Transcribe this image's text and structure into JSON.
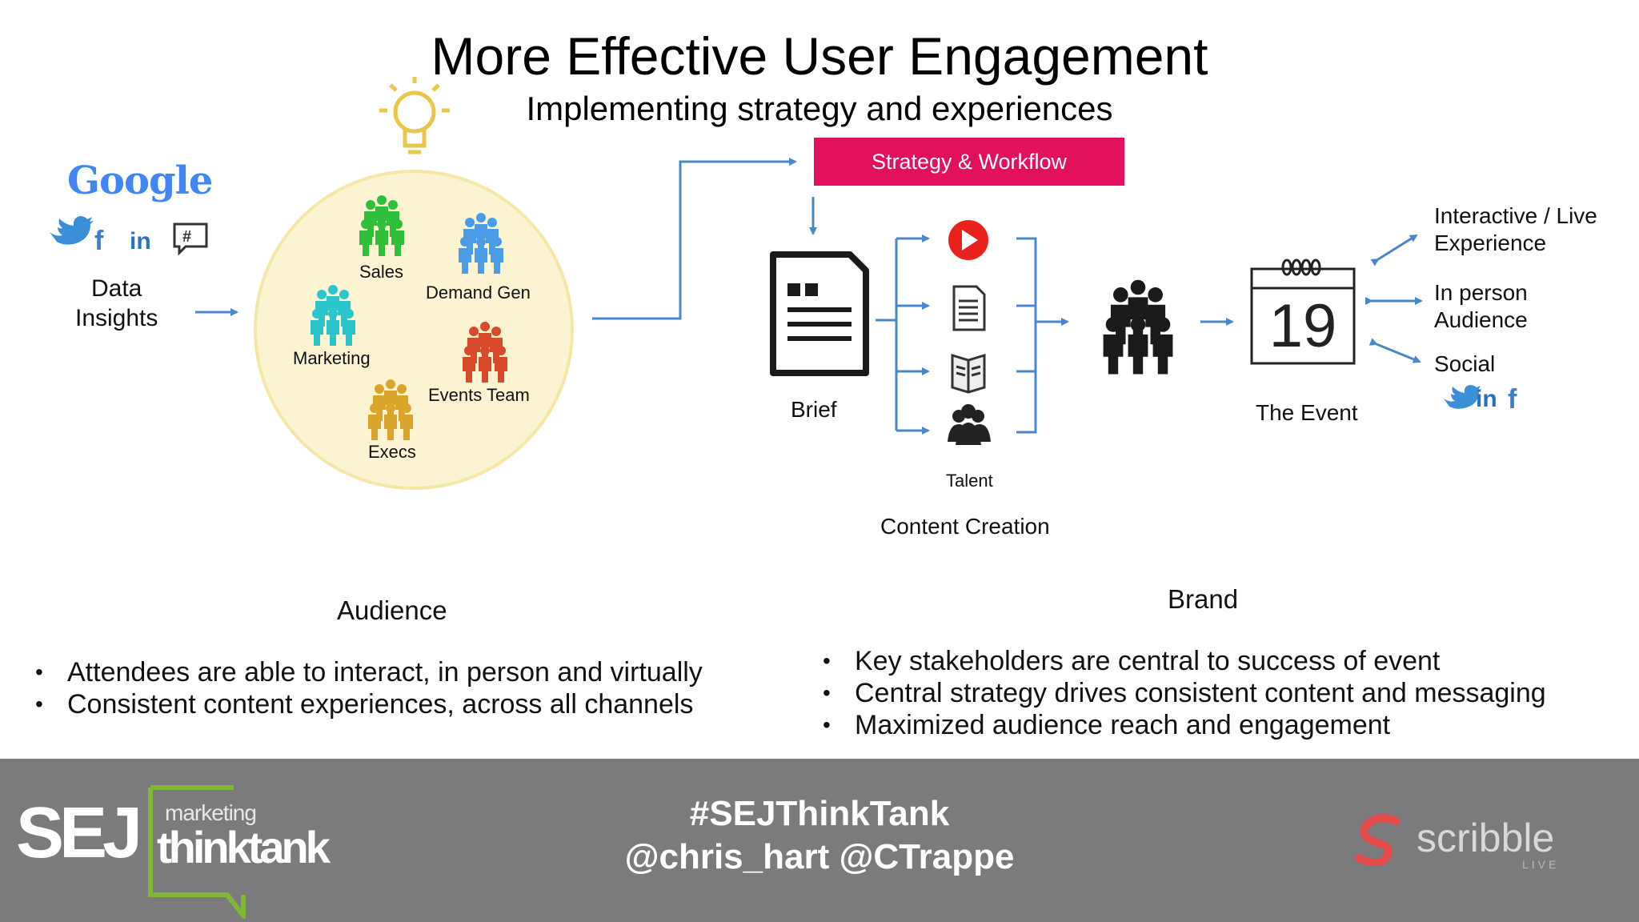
{
  "slide": {
    "title": "More Effective User Engagement",
    "subtitle": "Implementing strategy and experiences"
  },
  "data_insights": {
    "google_logo": "Google",
    "social_icons": [
      "twitter-icon",
      "facebook-icon",
      "linkedin-icon",
      "hashtag-chat-icon"
    ],
    "label_line1": "Data",
    "label_line2": "Insights"
  },
  "audience_circle": {
    "groups": [
      {
        "name": "Sales",
        "color": "#2fbf3a"
      },
      {
        "name": "Demand Gen",
        "color": "#4a9be8"
      },
      {
        "name": "Marketing",
        "color": "#2cc5cc"
      },
      {
        "name": "Events Team",
        "color": "#d94a2b"
      },
      {
        "name": "Execs",
        "color": "#d9a52a"
      }
    ],
    "circle_fill": "#fbf3d2",
    "circle_stroke": "#f4e6a6"
  },
  "strategy_workflow": {
    "label": "Strategy & Workflow",
    "color": "#e3105e"
  },
  "brief": {
    "label": "Brief"
  },
  "content_creation": {
    "items": [
      "play-icon",
      "document-icon",
      "book-icon",
      "people-icon"
    ],
    "talent_label": "Talent",
    "label": "Content Creation"
  },
  "event": {
    "calendar_day": "19",
    "label": "The Event"
  },
  "outcomes": {
    "interactive_line1": "Interactive / Live",
    "interactive_line2": "Experience",
    "in_person_line1": "In person",
    "in_person_line2": "Audience",
    "social": "Social",
    "social_icons": [
      "twitter-icon",
      "linkedin-icon",
      "facebook-icon"
    ]
  },
  "sections": {
    "audience": {
      "heading": "Audience",
      "bullets": [
        "Attendees are able to interact, in person and virtually",
        "Consistent content experiences, across all channels"
      ]
    },
    "brand": {
      "heading": "Brand",
      "bullets": [
        "Key stakeholders are central to success of event",
        "Central strategy drives consistent content and messaging",
        "Maximized audience  reach and engagement"
      ]
    }
  },
  "footer": {
    "sej": "SEJ",
    "marketing": "marketing",
    "thinktank": "thinktank",
    "hashtag": "#SEJThinkTank",
    "handles": "@chris_hart @CTrappe",
    "scribble": "scribble",
    "scribble_sub": "LIVE",
    "background": "#7b7b7d"
  },
  "colors": {
    "arrow": "#4a86c8",
    "google_blue": "#4285f4"
  }
}
